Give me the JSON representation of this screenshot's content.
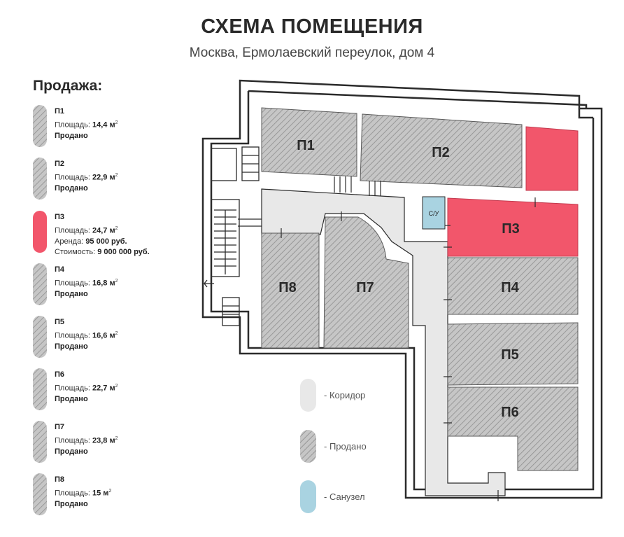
{
  "header": {
    "title": "СХЕМА ПОМЕЩЕНИЯ",
    "address": "Москва, Ермолаевский переулок, дом 4"
  },
  "sale": {
    "heading": "Продажа:",
    "units": [
      {
        "id": "П1",
        "area_label": "Площадь:",
        "area": "14,4 м",
        "status": "Продано"
      },
      {
        "id": "П2",
        "area_label": "Площадь:",
        "area": "22,9 м",
        "status": "Продано"
      },
      {
        "id": "П3",
        "area_label": "Площадь:",
        "area": "24,7 м",
        "rent_label": "Аренда:",
        "rent": "95 000 руб.",
        "price_label": "Стоимость:",
        "price": "9 000 000 руб."
      },
      {
        "id": "П4",
        "area_label": "Площадь:",
        "area": "16,8 м",
        "status": "Продано"
      },
      {
        "id": "П5",
        "area_label": "Площадь:",
        "area": "16,6 м",
        "status": "Продано"
      },
      {
        "id": "П6",
        "area_label": "Площадь:",
        "area": "22,7 м",
        "status": "Продано"
      },
      {
        "id": "П7",
        "area_label": "Площадь:",
        "area": "23,8 м",
        "status": "Продано"
      },
      {
        "id": "П8",
        "area_label": "Площадь:",
        "area": "15 м",
        "status": "Продано"
      }
    ],
    "unit_sup": "2"
  },
  "plan": {
    "rooms": [
      "П1",
      "П2",
      "П3",
      "П4",
      "П5",
      "П6",
      "П7",
      "П8"
    ],
    "wc": "С/У"
  },
  "key": {
    "corridor": "- Коридор",
    "sold": "- Продано",
    "bathroom": "- Санузел"
  },
  "colors": {
    "available": "#f2566b",
    "sold_fill": "#c6c6c6",
    "sold_hatch": "#8d8d8d",
    "corridor": "#e8e8e8",
    "bathroom": "#a9d3e1",
    "wall": "#2b2b2b"
  }
}
